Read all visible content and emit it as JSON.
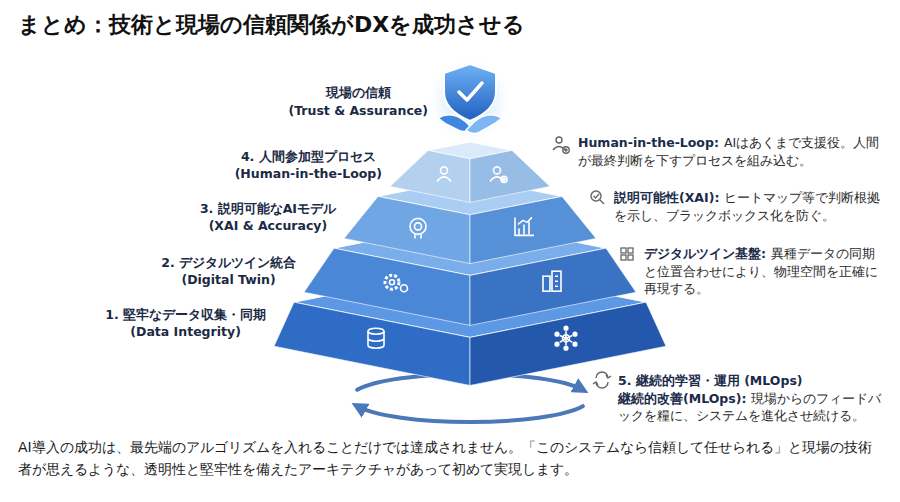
{
  "diagram": {
    "title": "まとめ：技術と現場の信頼関係がDXを成功させる",
    "caption": "AI導入の成功は、最先端のアルゴリズムを入れることだけでは達成されません。「このシステムなら信頼して任せられる」と現場の技術者が思えるような、透明性と堅牢性を備えたアーキテクチャがあって初めて実現します。",
    "nodes": [
      {
        "text": [
          "現場の信頼 (Trust & Assurance)"
        ]
      },
      {
        "text": [
          "4. 人間参加型プロセス (Human-in-the-Loop)"
        ]
      },
      {
        "text": [
          "3. 説明可能なAIモデル (XAI & Accuracy)"
        ]
      },
      {
        "text": [
          "2. デジタルツイン統合 (Digital Twin)"
        ]
      },
      {
        "text": [
          "1. 堅牢なデータ収集・同期 (Data Integrity)"
        ]
      }
    ],
    "labels": [
      "Human-in-the-Loop:",
      "AIはあくまで支援役。人間が最終判断を下すプロセスを組み込む。",
      "説明可能性(XAI):",
      "ヒートマップ等で判断根拠を示し、ブラックボックス化を防ぐ。",
      "デジタルツイン基盤:",
      "異種データの同期と位置合わせにより、物理空間を正確に再現する。",
      "5. 継続的学習・運用 (MLOps)",
      "継続的改善(MLOps):",
      "現場からのフィードバックを糧に、システムを進化させ続ける。"
    ]
  }
}
